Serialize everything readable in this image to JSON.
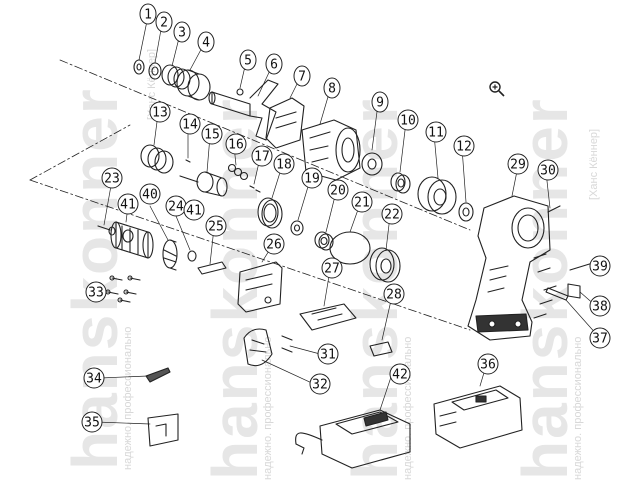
{
  "watermarks": {
    "brand": "hanskonner",
    "tagline": "надежно. профессионально",
    "brand_ru": "[Ханс Кённер]"
  },
  "callouts": [
    "1",
    "2",
    "3",
    "4",
    "5",
    "6",
    "7",
    "8",
    "9",
    "10",
    "11",
    "12",
    "13",
    "14",
    "15",
    "16",
    "17",
    "18",
    "19",
    "20",
    "21",
    "22",
    "23",
    "24",
    "25",
    "26",
    "27",
    "28",
    "29",
    "30",
    "31",
    "32",
    "33",
    "34",
    "35",
    "36",
    "37",
    "38",
    "39",
    "40",
    "41",
    "41",
    "42"
  ],
  "icons": {
    "zoom": "zoom-in-icon"
  }
}
